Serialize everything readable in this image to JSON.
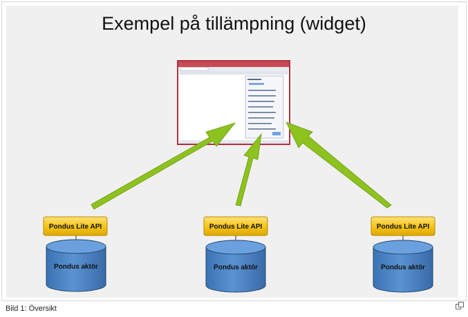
{
  "title": "Exempel på tillämpning (widget)",
  "caption": "Bild 1: Översikt",
  "api_label": "Pondus Lite API",
  "db_label": "Pondus aktör",
  "nodes": [
    {
      "api": "Pondus Lite API",
      "db": "Pondus aktör"
    },
    {
      "api": "Pondus Lite API",
      "db": "Pondus aktör"
    },
    {
      "api": "Pondus Lite API",
      "db": "Pondus aktör"
    }
  ],
  "colors": {
    "api_fill": "#f5c518",
    "db_fill": "#4f86c6",
    "arrow": "#8dc21f",
    "browser_frame": "#b03040"
  }
}
